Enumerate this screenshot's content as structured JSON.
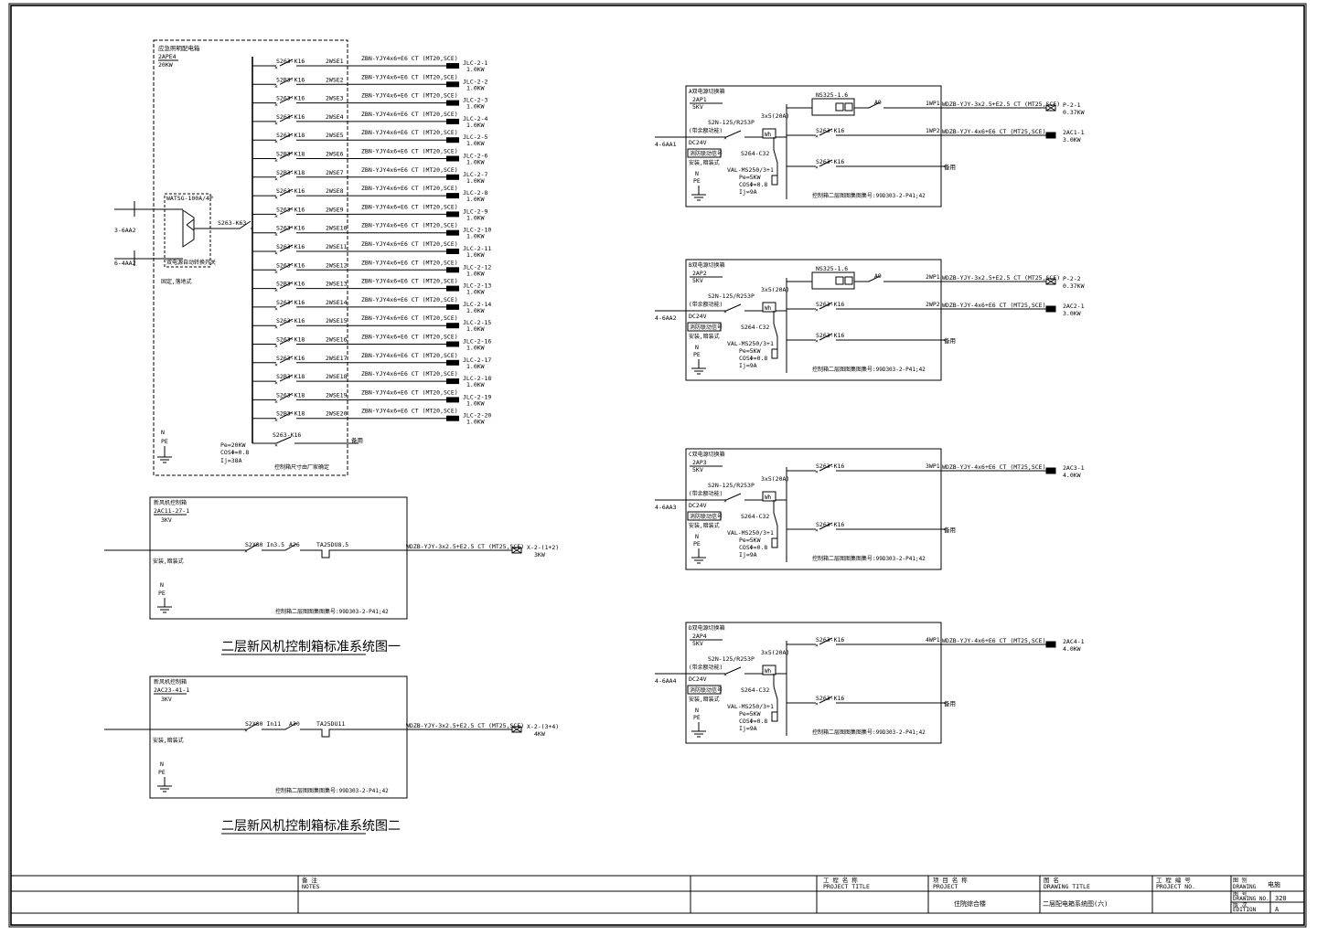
{
  "main_panel": {
    "name": "应急照明配电箱",
    "code": "2APE4",
    "power": "20KW",
    "ats": "WATSG-100A/4P",
    "ats_note": "双电源自动转换开关",
    "ats_note2": "固定,落地式",
    "incoming": [
      "3-6AA2",
      "6-4AA2"
    ],
    "main_breaker": "S263-K63",
    "n": "N",
    "pe": "PE",
    "pe_val": "Pe=20KW",
    "cos": "COSΦ=0.8",
    "ij": "Ij=38A",
    "footer": "控制箱尺寸由厂家确定",
    "spare": "备用",
    "last_breaker": "S263-K16",
    "circuits": [
      {
        "breaker": "S263-K16",
        "id": "2WSE1",
        "cable": "ZBN-YJY4x6+E6 CT (MT20,SCE)",
        "dev": "JLC-2-1",
        "kw": "1.0KW"
      },
      {
        "breaker": "S2B3-K16",
        "id": "2WSE2",
        "cable": "ZBN-YJY4x6+E6 CT (MT20,SCE)",
        "dev": "JLC-2-2",
        "kw": "1.0KW"
      },
      {
        "breaker": "S263-K16",
        "id": "2WSE3",
        "cable": "ZBN-YJY4x6+E6 CT (MT20,SCE)",
        "dev": "JLC-2-3",
        "kw": "1.0KW"
      },
      {
        "breaker": "S263-K16",
        "id": "2WSE4",
        "cable": "ZBN-YJY4x6+E6 CT (MT20,SCE)",
        "dev": "JLC-2-4",
        "kw": "1.0KW"
      },
      {
        "breaker": "S263-K18",
        "id": "2WSE5",
        "cable": "ZBN-YJY4x6+E6 CT (MT20,SCE)",
        "dev": "JLC-2-5",
        "kw": "1.0KW"
      },
      {
        "breaker": "S2B3-K18",
        "id": "2WSE6",
        "cable": "ZBN-YJY4x6+E6 CT (MT20,SCE)",
        "dev": "JLC-2-6",
        "kw": "1.0KW"
      },
      {
        "breaker": "S2B3-K18",
        "id": "2WSE7",
        "cable": "ZBN-YJY4x6+E6 CT (MT20,SCE)",
        "dev": "JLC-2-7",
        "kw": "1.0KW"
      },
      {
        "breaker": "S263-K16",
        "id": "2WSE8",
        "cable": "ZBN-YJY4x6+E6 CT (MT20,SCE)",
        "dev": "JLC-2-8",
        "kw": "1.0KW"
      },
      {
        "breaker": "S263-K16",
        "id": "2WSE9",
        "cable": "ZBN-YJY4x6+E6 CT (MT20,SCE)",
        "dev": "JLC-2-9",
        "kw": "1.0KW"
      },
      {
        "breaker": "S263-K16",
        "id": "2WSE10",
        "cable": "ZBN-YJY4x6+E6 CT (MT20,SCE)",
        "dev": "JLC-2-10",
        "kw": "1.0KW"
      },
      {
        "breaker": "S263-K16",
        "id": "2WSE11",
        "cable": "ZBN-YJY4x6+E6 CT (MT20,SCE)",
        "dev": "JLC-2-11",
        "kw": "1.0KW"
      },
      {
        "breaker": "S263-K16",
        "id": "2WSE12",
        "cable": "ZBN-YJY4x6+E6 CT (MT20,SCE)",
        "dev": "JLC-2-12",
        "kw": "1.0KW"
      },
      {
        "breaker": "S2B3-K16",
        "id": "2WSE13",
        "cable": "ZBN-YJY4x6+E6 CT (MT20,SCE)",
        "dev": "JLC-2-13",
        "kw": "1.0KW"
      },
      {
        "breaker": "S263-K16",
        "id": "2WSE14",
        "cable": "ZBN-YJY4x6+E6 CT (MT20,SCE)",
        "dev": "JLC-2-14",
        "kw": "1.0KW"
      },
      {
        "breaker": "S263-K16",
        "id": "2WSE15",
        "cable": "ZBN-YJY4x6+E6 CT (MT20,SCE)",
        "dev": "JLC-2-15",
        "kw": "1.0KW"
      },
      {
        "breaker": "S263-K18",
        "id": "2WSE16",
        "cable": "ZBN-YJY4x6+E6 CT (MT20,SCE)",
        "dev": "JLC-2-16",
        "kw": "1.0KW"
      },
      {
        "breaker": "S263-K16",
        "id": "2WSE17",
        "cable": "ZBN-YJY4x6+E6 CT (MT20,SCE)",
        "dev": "JLC-2-17",
        "kw": "1.0KW"
      },
      {
        "breaker": "S2B3-K18",
        "id": "2WSE18",
        "cable": "ZBN-YJY4x6+E6 CT (MT20,SCE)",
        "dev": "JLC-2-18",
        "kw": "1.0KW"
      },
      {
        "breaker": "S263-K18",
        "id": "2WSE19",
        "cable": "ZBN-YJY4x6+E6 CT (MT20,SCE)",
        "dev": "JLC-2-19",
        "kw": "1.0KW"
      },
      {
        "breaker": "S2B3-K18",
        "id": "2WSE20",
        "cable": "ZBN-YJY4x6+E6 CT (MT20,SCE)",
        "dev": "JLC-2-20",
        "kw": "1.0KW"
      }
    ]
  },
  "fan_boxes": [
    {
      "code": "2AC11-27-1",
      "power": "3KV",
      "mount": "安装,暗装式",
      "breaker": "S2X80 In3.5",
      "contactor": "A26",
      "relay": "TA25DU8.5",
      "cable": "WDZB-YJY-3x2.5+E2.5 CT (MT25,SCE)",
      "dev": "X-2-(1+2)",
      "kw": "3KW",
      "note": "控制箱二层图图集图集号:99D303-2-P41;42",
      "n": "N",
      "pe": "PE",
      "title": "二层新风机控制箱标准系统图一"
    },
    {
      "code": "2AC23-41-1",
      "power": "3KV",
      "mount": "安装,暗装式",
      "breaker": "S2X80 In11",
      "contactor": "A30",
      "relay": "TA25DU11",
      "cable": "WDZB-YJY-3x2.5+E2.5 CT (MT25,SCE)",
      "dev": "X-2-(3+4)",
      "kw": "4KW",
      "note": "控制箱二层图图集图集号:99D303-2-P41;42",
      "n": "N",
      "pe": "PE",
      "title": "二层新风机控制箱标准系统图二"
    }
  ],
  "ap_boxes": [
    {
      "header": "A双电源切换箱",
      "code": "2AP1",
      "power": "5KV",
      "inc": "4-6AA1",
      "main": "S2N-125/R253P",
      "meter": "3x5(20A)",
      "wh": "Wh",
      "plc": "(带余额功能)",
      "dc": "DC24V",
      "ctl": "消防联动信号",
      "mount": "安装,暗装式",
      "n": "N",
      "pe": "PE",
      "spd": "S264-C32",
      "val": "VAL-MS250/3+1",
      "pe_val": "Pe=5KW",
      "cos": "COSΦ=0.8",
      "ij": "Ij=9A",
      "ns": "NS325-1.6",
      "a": "A9",
      "has_ns": true,
      "outs": [
        {
          "id": "1WP1",
          "cable": "WDZB-YJY-3x2.5+E2.5 CT (MT25,SCE)",
          "dev": "P-2-1",
          "kw": "0.37KW",
          "br": "S263-K16",
          "sym": "x"
        },
        {
          "id": "1WP2",
          "cable": "WDZB-YJY-4x6+E6 CT (MT25,SCE)",
          "dev": "2AC1-1",
          "kw": "3.0KW",
          "br": "S263-K16",
          "sym": "b"
        }
      ],
      "spare_br": "S263-K16",
      "spare": "备用",
      "note": "控制箱二层图图集图集号:99D303-2-P41;42"
    },
    {
      "header": "B双电源切换箱",
      "code": "2AP2",
      "power": "5KV",
      "inc": "4-6AA2",
      "main": "S2N-125/R253P",
      "meter": "3x5(20A)",
      "wh": "Wh",
      "plc": "(带余额功能)",
      "dc": "DC24V",
      "ctl": "消防联动信号",
      "mount": "安装,暗装式",
      "n": "N",
      "pe": "PE",
      "spd": "S264-C32",
      "val": "VAL-MS250/3+1",
      "pe_val": "Pe=5KW",
      "cos": "COSΦ=0.8",
      "ij": "Ij=9A",
      "ns": "NS325-1.6",
      "a": "A9",
      "has_ns": true,
      "outs": [
        {
          "id": "2WP1",
          "cable": "WDZB-YJY-3x2.5+E2.5 CT (MT25,SCE)",
          "dev": "P-2-2",
          "kw": "0.37KW",
          "br": "S263-K16",
          "sym": "x"
        },
        {
          "id": "2WP2",
          "cable": "WDZB-YJY-4x6+E6 CT (MT25,SCE)",
          "dev": "2AC2-1",
          "kw": "3.0KW",
          "br": "S263-K16",
          "sym": "b"
        }
      ],
      "spare_br": "S263-K16",
      "spare": "备用",
      "note": "控制箱二层图图集图集号:99D303-2-P41;42"
    },
    {
      "header": "C双电源切换箱",
      "code": "2AP3",
      "power": "5KV",
      "inc": "4-6AA3",
      "main": "S2N-125/R253P",
      "meter": "3x5(20A)",
      "wh": "Wh",
      "plc": "(带余额功能)",
      "dc": "DC24V",
      "ctl": "消防联动信号",
      "mount": "安装,暗装式",
      "n": "N",
      "pe": "PE",
      "spd": "S264-C32",
      "val": "VAL-MS250/3+1",
      "pe_val": "Pe=5KW",
      "cos": "COSΦ=0.8",
      "ij": "Ij=9A",
      "ns": "",
      "a": "",
      "has_ns": false,
      "outs": [
        {
          "id": "3WP1",
          "cable": "WDZB-YJY-4x6+E6 CT (MT25,SCE)",
          "dev": "2AC3-1",
          "kw": "4.0KW",
          "br": "S263-K16",
          "sym": "b"
        }
      ],
      "spare_br": "S263-K16",
      "spare": "备用",
      "note": "控制箱二层图图集图集号:99D303-2-P41;42"
    },
    {
      "header": "D双电源切换箱",
      "code": "2AP4",
      "power": "5KV",
      "inc": "4-6AA4",
      "main": "S2N-125/R253P",
      "meter": "3x5(20A)",
      "wh": "Wh",
      "plc": "(带余额功能)",
      "dc": "DC24V",
      "ctl": "消防联动信号",
      "mount": "安装,暗装式",
      "n": "N",
      "pe": "PE",
      "spd": "S264-C32",
      "val": "VAL-MS250/3+1",
      "pe_val": "Pe=5KW",
      "cos": "COSΦ=0.8",
      "ij": "Ij=9A",
      "ns": "",
      "a": "",
      "has_ns": false,
      "outs": [
        {
          "id": "4WP1",
          "cable": "WDZB-YJY-4x6+E6 CT (MT25,SCE)",
          "dev": "2AC4-1",
          "kw": "4.0KW",
          "br": "S263-K16",
          "sym": "b"
        }
      ],
      "spare_br": "S263-K16",
      "spare": "备用",
      "note": "控制箱二层图图集图集号:99D303-2-P41;42"
    }
  ],
  "title_block": {
    "notes_cn": "备 注",
    "notes_en": "NOTES",
    "project_title_cn": "工 程 名 称",
    "project_title_en": "PROJECT TITLE",
    "project_cn": "项 目 名 称",
    "project_en": "PROJECT",
    "project_value": "住院综合楼",
    "drawing_cn": "图 名",
    "drawing_en": "DRAWING TITLE",
    "drawing_value": "二层配电箱系统图(六)",
    "project_no_cn": "工 程 编 号",
    "project_no_en": "PROJECT NO.",
    "discipline_cn": "图 别",
    "discipline_en": "DRAWING",
    "discipline_value": "电施",
    "drawing_no_cn": "图 号",
    "drawing_no_en": "DRAWING NO.",
    "drawing_no_value": "320",
    "edition_cn": "版 次",
    "edition_en": "EDITION",
    "edition_value": "A"
  }
}
